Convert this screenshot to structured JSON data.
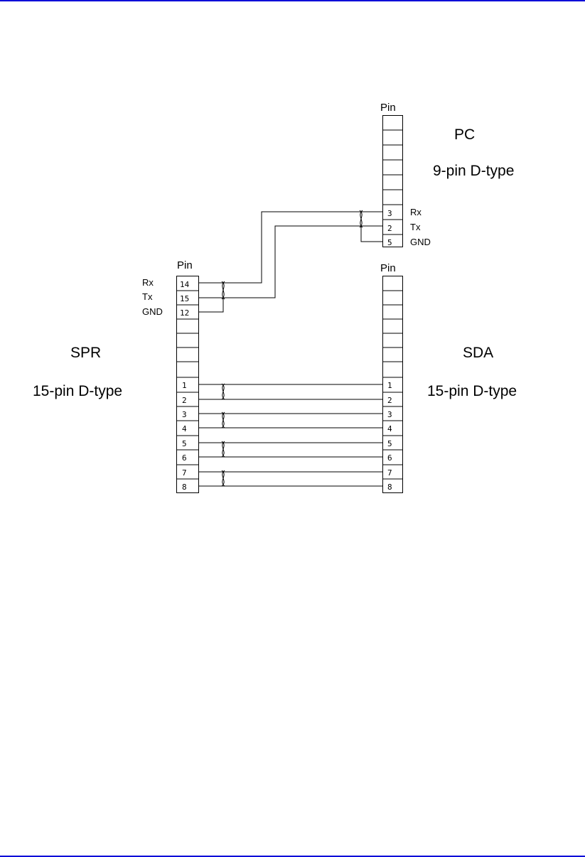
{
  "colors": {
    "rule": "#0a0ad8",
    "wire": "#000000"
  },
  "pc": {
    "name": "PC",
    "connector": "9-pin D-type",
    "pin_header": "Pin",
    "pins": [
      {
        "num": "3",
        "signal": "Rx"
      },
      {
        "num": "2",
        "signal": "Tx"
      },
      {
        "num": "5",
        "signal": "GND"
      }
    ]
  },
  "spr": {
    "name": "SPR",
    "connector": "15-pin D-type",
    "pin_header": "Pin",
    "signal_pins": [
      {
        "num": "14",
        "signal": "Rx"
      },
      {
        "num": "15",
        "signal": "Tx"
      },
      {
        "num": "12",
        "signal": "GND"
      }
    ],
    "data_pins": [
      "1",
      "2",
      "3",
      "4",
      "5",
      "6",
      "7",
      "8"
    ]
  },
  "sda": {
    "name": "SDA",
    "connector": "15-pin D-type",
    "pin_header": "Pin",
    "data_pins": [
      "1",
      "2",
      "3",
      "4",
      "5",
      "6",
      "7",
      "8"
    ]
  },
  "connections": [
    {
      "from": "PC 3",
      "to": "SPR 14"
    },
    {
      "from": "PC 2",
      "to": "SPR 15"
    },
    {
      "from": "PC 5",
      "to": "SPR 12"
    },
    {
      "from": "SPR 1",
      "to": "SDA 1"
    },
    {
      "from": "SPR 2",
      "to": "SDA 2"
    },
    {
      "from": "SPR 3",
      "to": "SDA 3"
    },
    {
      "from": "SPR 4",
      "to": "SDA 4"
    },
    {
      "from": "SPR 5",
      "to": "SDA 5"
    },
    {
      "from": "SPR 6",
      "to": "SDA 6"
    },
    {
      "from": "SPR 7",
      "to": "SDA 7"
    },
    {
      "from": "SPR 8",
      "to": "SDA 8"
    }
  ]
}
